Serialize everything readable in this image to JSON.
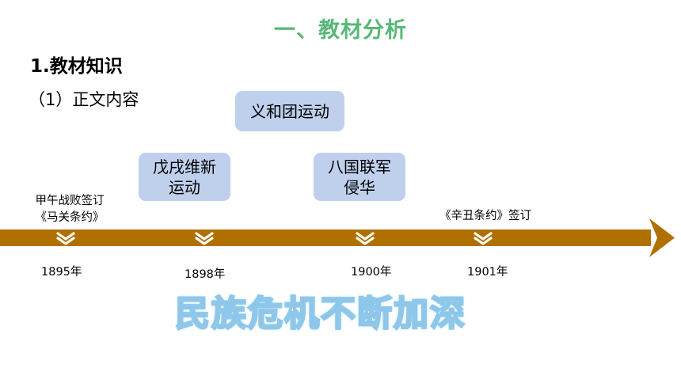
{
  "title": "一、教材分析",
  "subtitle": "1.教材知识",
  "subsubtitle": "（1）正文内容",
  "events_top": [
    {
      "label": "义和团运动"
    },
    {
      "label": "戊戌维新\n运动"
    },
    {
      "label": "八国联军\n侵华"
    }
  ],
  "event_labels": [
    {
      "text": "甲午战败签订\n《马关条约》"
    },
    {
      "text": "《辛丑条约》签订"
    }
  ],
  "years": [
    "1895年",
    "1898年",
    "1900年",
    "1901年"
  ],
  "slogan": "民族危机不断加深",
  "colors": {
    "title": "#56b878",
    "timeline": "#b07000",
    "box": "#bed0ec",
    "slogan_outline": "#8ec7ea"
  },
  "icons": {
    "timeline_arrow": "arrow-right-icon",
    "marker": "chevron-down-icon"
  }
}
